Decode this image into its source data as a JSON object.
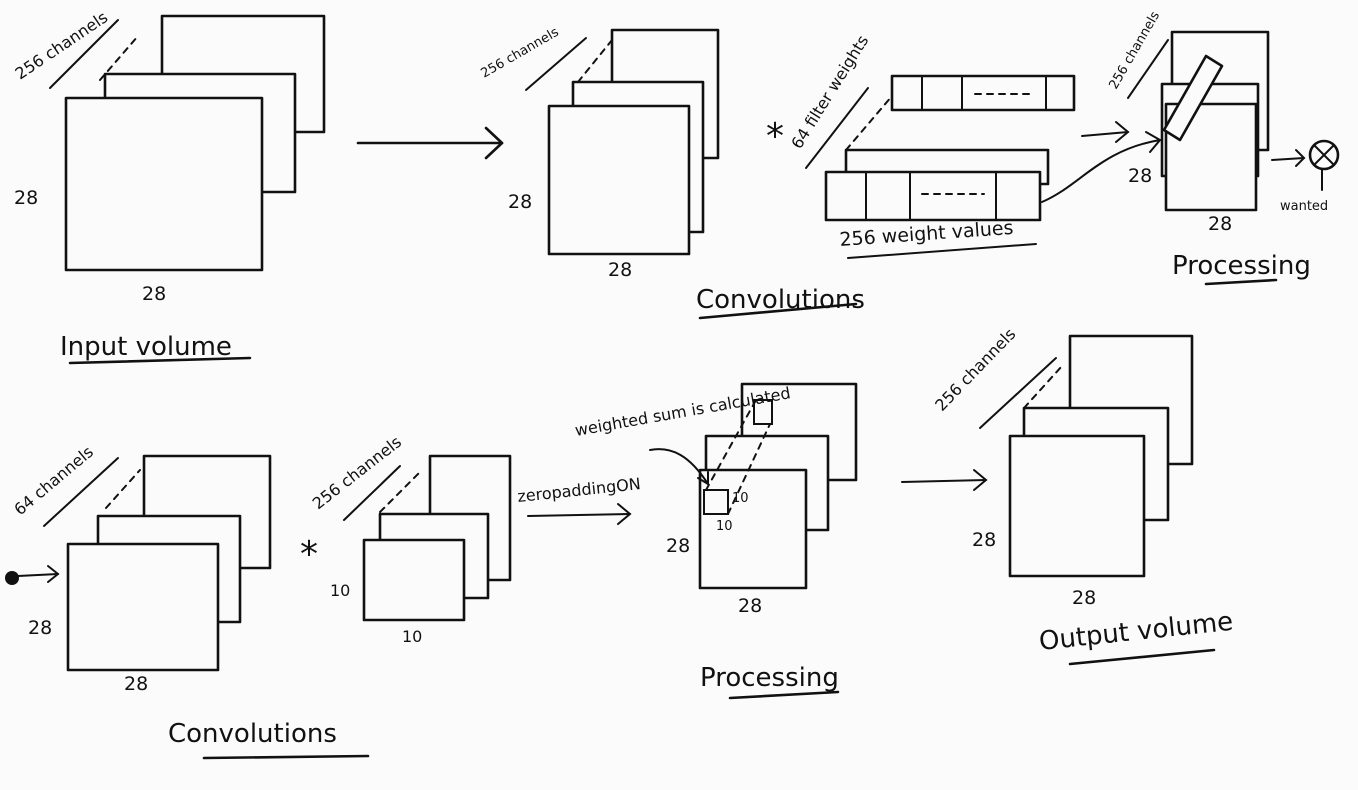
{
  "panels": {
    "input": {
      "channels": "256 channels",
      "height": "28",
      "width": "28",
      "title": "Input volume"
    },
    "conv1": {
      "channels": "256 channels",
      "height": "28",
      "width": "28",
      "title": "Convolutions"
    },
    "filters": {
      "count_label": "64 filter weights",
      "weights_label": "256 weight values",
      "operator": "*"
    },
    "proc1": {
      "channels": "256 channels",
      "height": "28",
      "width": "28",
      "title": "Processing",
      "output_label": "wanted"
    },
    "conv2": {
      "channels": "64 channels",
      "height": "28",
      "width": "28",
      "title": "Convolutions"
    },
    "kernel": {
      "channels": "256 channels",
      "height": "10",
      "width": "10",
      "operator": "*"
    },
    "padding": {
      "label": "zeropaddingON"
    },
    "proc2": {
      "annotation": "weighted sum is calculated",
      "patch_h": "10",
      "patch_w": "10",
      "height": "28",
      "width": "28",
      "title": "Processing"
    },
    "output": {
      "channels": "256 channels",
      "height": "28",
      "width": "28",
      "title": "Output volume"
    }
  }
}
